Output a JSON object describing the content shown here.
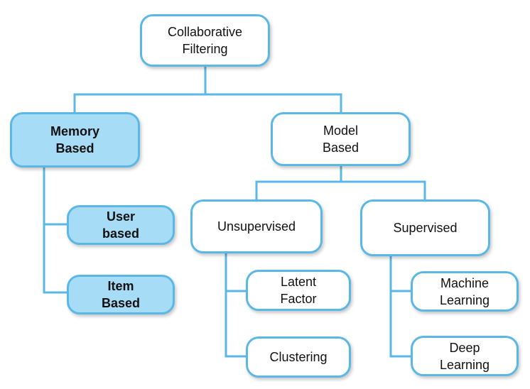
{
  "diagram": {
    "colors": {
      "border": "#5bb8e6",
      "highlight_fill": "#a7dcf6",
      "connector": "#5bb8e6"
    },
    "nodes": {
      "root": "Collaborative\nFiltering",
      "memory_based": "Memory\nBased",
      "user_based": "User\nbased",
      "item_based": "Item\nBased",
      "model_based": "Model\nBased",
      "unsupervised": "Unsupervised",
      "supervised": "Supervised",
      "latent_factor": "Latent\nFactor",
      "clustering": "Clustering",
      "machine_learning": "Machine\nLearning",
      "deep_learning": "Deep\nLearning"
    }
  }
}
